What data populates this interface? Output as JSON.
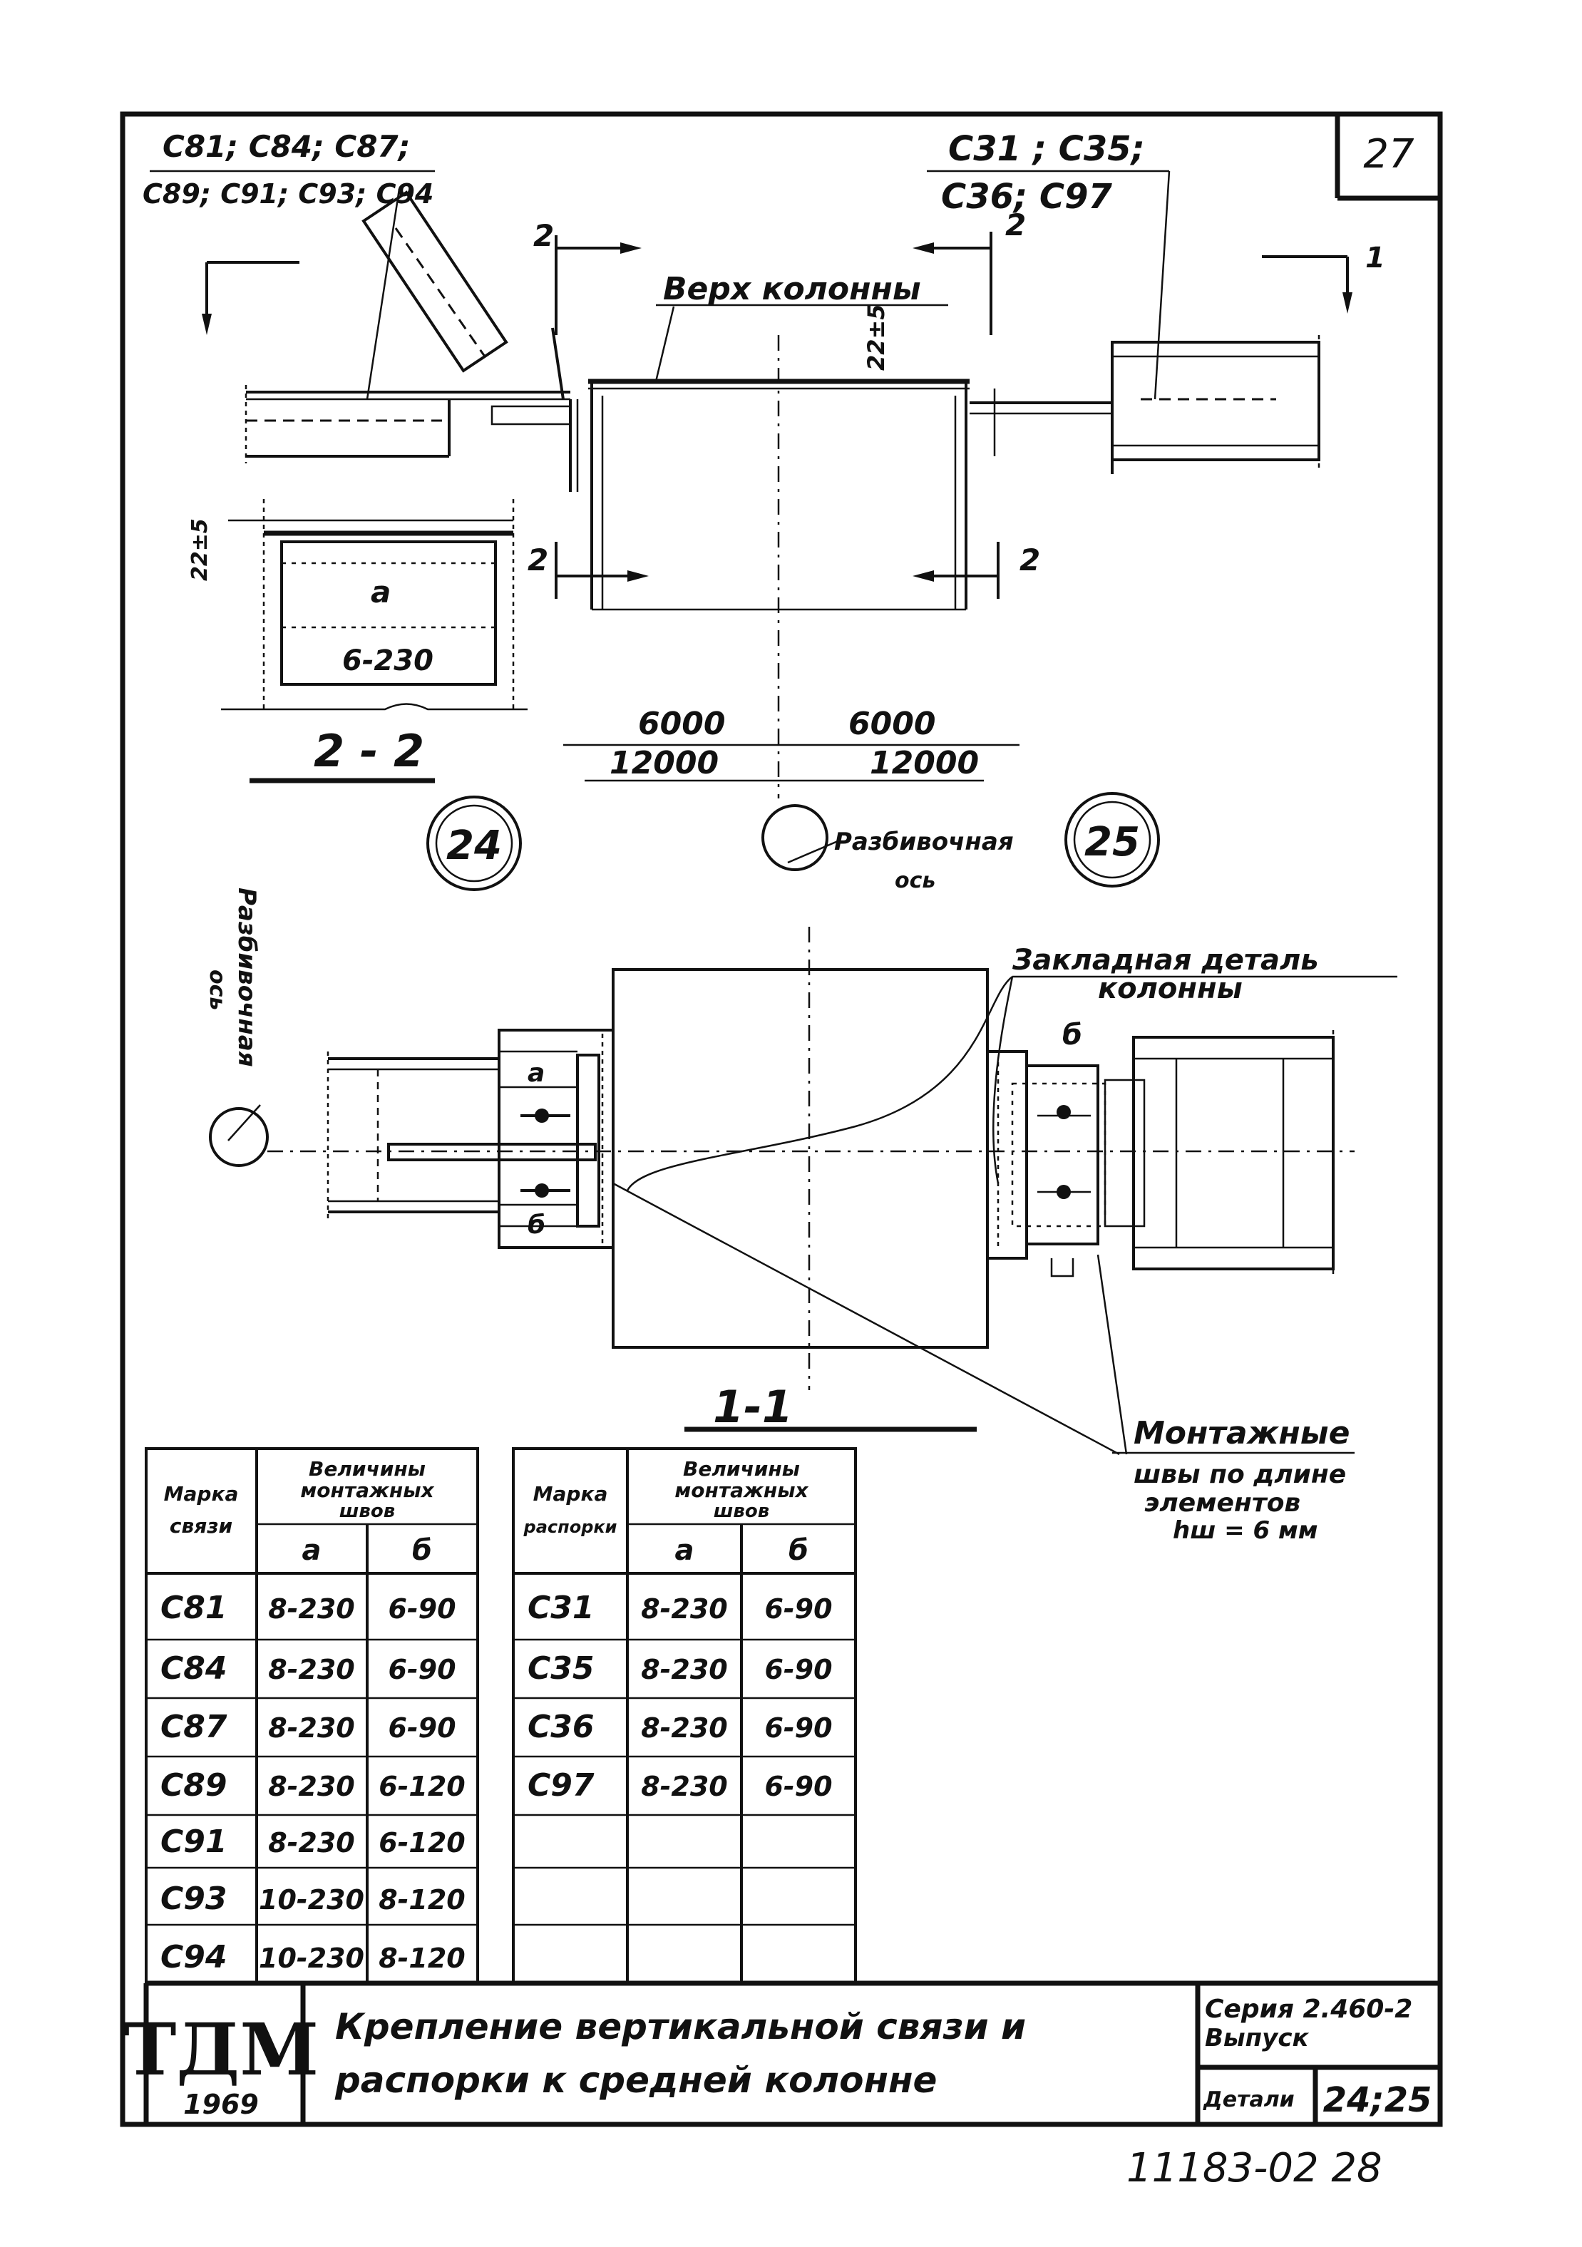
{
  "sheet_number": "27",
  "labels": {
    "brace_marks_line1": "С81; С84; С87;",
    "brace_marks_line2": "С89; С91; С93; С94",
    "strut_marks_line1": "С31 ; С35;",
    "strut_marks_line2": "С36; С97",
    "column_top": "Верх колонны",
    "section_mark_2": "2",
    "section_mark_1": "1",
    "weld_a": "а",
    "weld_b": "б",
    "section_weld_a": "а",
    "section_weld_value": "6-230",
    "dim_22_5_top": "22±5",
    "dim_22_5_side": "22±5",
    "dim_6000_left": "6000",
    "dim_6000_right": "6000",
    "dim_12000_left": "12000",
    "dim_12000_right": "12000",
    "section_2_2": "2 - 2",
    "node_24": "24",
    "node_25": "25",
    "axis_label_1": "Разбивочная",
    "axis_label_2": "ось",
    "axis_label_side_1": "Разбивочная",
    "axis_label_side_2": "ось",
    "embedded_part_1": "Закладная деталь",
    "embedded_part_2": "колонны",
    "section_1_1": "1-1",
    "mounting_welds_1": "Монтажные",
    "mounting_welds_2": "швы по длине",
    "mounting_welds_3": "элементов",
    "mounting_welds_4": "hш = 6 мм"
  },
  "table_braces": {
    "header_mark_1": "Марка",
    "header_mark_2": "связи",
    "header_group_1": "Величины",
    "header_group_2": "монтажных",
    "header_group_3": "швов",
    "col_a": "а",
    "col_b": "б",
    "rows": [
      {
        "mark": "С81",
        "a": "8-230",
        "b": "6-90"
      },
      {
        "mark": "С84",
        "a": "8-230",
        "b": "6-90"
      },
      {
        "mark": "С87",
        "a": "8-230",
        "b": "6-90"
      },
      {
        "mark": "С89",
        "a": "8-230",
        "b": "6-120"
      },
      {
        "mark": "С91",
        "a": "8-230",
        "b": "6-120"
      },
      {
        "mark": "С93",
        "a": "10-230",
        "b": "8-120"
      },
      {
        "mark": "С94",
        "a": "10-230",
        "b": "8-120"
      }
    ]
  },
  "table_struts": {
    "header_mark_1": "Марка",
    "header_mark_2": "распорки",
    "header_group_1": "Величины",
    "header_group_2": "монтажных",
    "header_group_3": "швов",
    "col_a": "а",
    "col_b": "б",
    "rows": [
      {
        "mark": "С31",
        "a": "8-230",
        "b": "6-90"
      },
      {
        "mark": "С35",
        "a": "8-230",
        "b": "6-90"
      },
      {
        "mark": "С36",
        "a": "8-230",
        "b": "6-90"
      },
      {
        "mark": "С97",
        "a": "8-230",
        "b": "6-90"
      }
    ]
  },
  "title_block": {
    "logo": "ТДМ",
    "year": "1969",
    "title_line1": "Крепление вертикальной связи и",
    "title_line2": "распорки к средней колонне",
    "series": "Серия 2.460-2",
    "issue": "Выпуск",
    "details_label": "Детали",
    "details_value": "24;25"
  },
  "footer_code": "11183-02 28"
}
